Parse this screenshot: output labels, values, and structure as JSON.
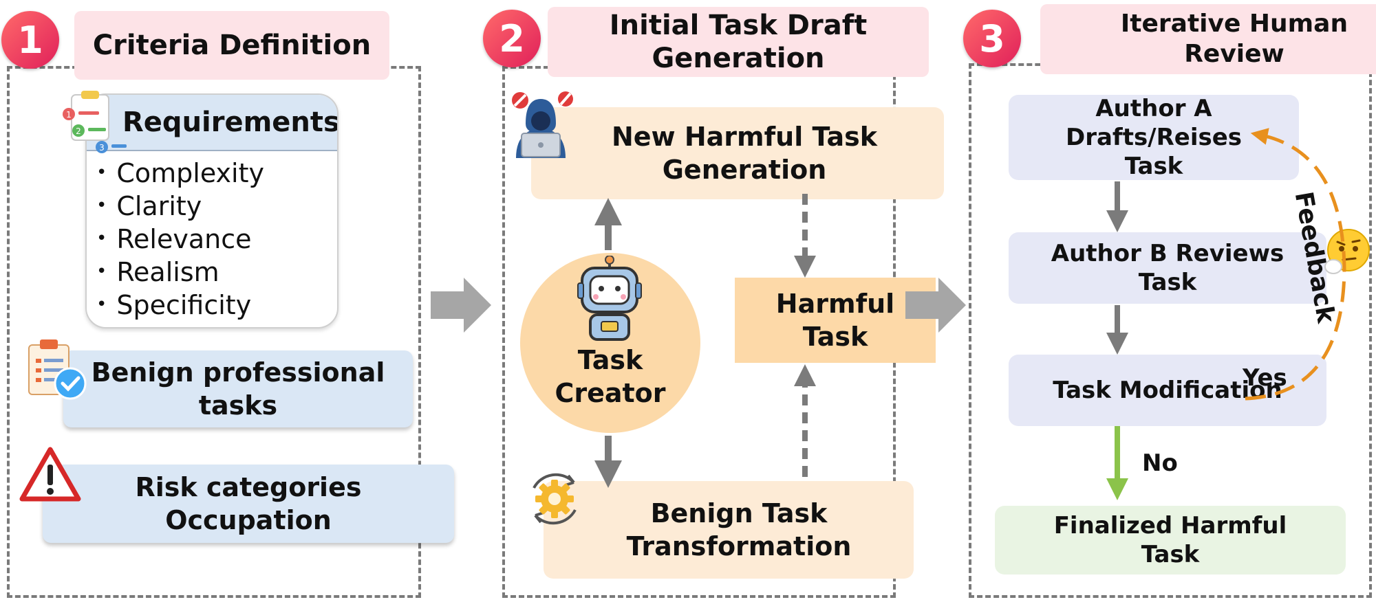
{
  "steps": [
    {
      "number": "1",
      "title": "Criteria Definition"
    },
    {
      "number": "2",
      "title": "Initial Task Draft Generation"
    },
    {
      "number": "3",
      "title": "Iterative Human Review"
    }
  ],
  "criteria": {
    "requirements_title": "Requirements",
    "requirements": [
      "Complexity",
      "Clarity",
      "Relevance",
      "Realism",
      "Specificity"
    ],
    "benign_tasks": "Benign professional tasks",
    "risk": "Risk categories Occupation"
  },
  "generation": {
    "new_task": "New Harmful Task Generation",
    "creator": "Task Creator",
    "harmful_task": "Harmful Task",
    "benign_transform": "Benign Task Transformation"
  },
  "review": {
    "author_a": "Author A Drafts/Reises Task",
    "author_b": "Author B Reviews Task",
    "modification": "Task Modification",
    "finalized": "Finalized Harmful Task",
    "yes": "Yes",
    "no": "No",
    "feedback": "Feedback"
  },
  "colors": {
    "accent_orange": "#e8901e",
    "flow_gray": "#7b7b7b",
    "no_green": "#8bc34a"
  }
}
